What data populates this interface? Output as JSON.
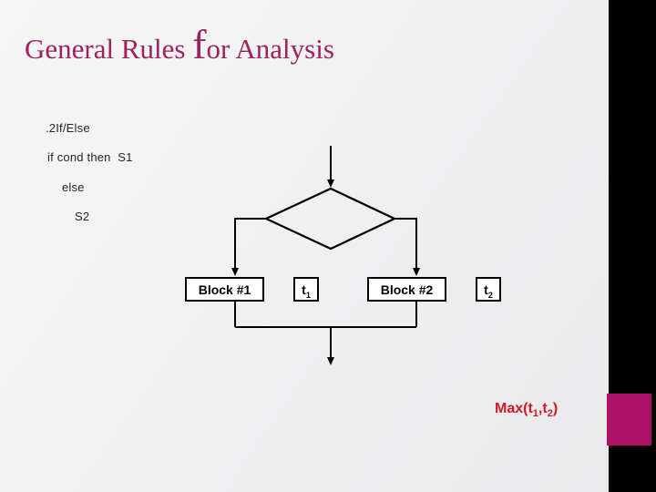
{
  "title": {
    "part1": "General Rules ",
    "emphasis": "f",
    "part2": "or Analysis"
  },
  "content": {
    "lines": [
      {
        "text": ".2If/Else"
      },
      {
        "text": "if cond then  S1"
      },
      {
        "text": "else"
      },
      {
        "text": "S2"
      }
    ]
  },
  "flowchart": {
    "block1_label": "Block #1",
    "block2_label": "Block #2",
    "t1": {
      "base": "t",
      "sub": "1"
    },
    "t2": {
      "base": "t",
      "sub": "2"
    }
  },
  "footer": {
    "max": {
      "p1": "Max(t",
      "sub1": "1",
      "p2": ",t",
      "sub2": "2",
      "p3": ")"
    }
  },
  "colors": {
    "title_text": "#9e2160",
    "body_text": "#262626",
    "flow_line": "#000000",
    "max_text": "#d11a28",
    "accent_square": "#ae1065",
    "side_bar": "#000000"
  }
}
